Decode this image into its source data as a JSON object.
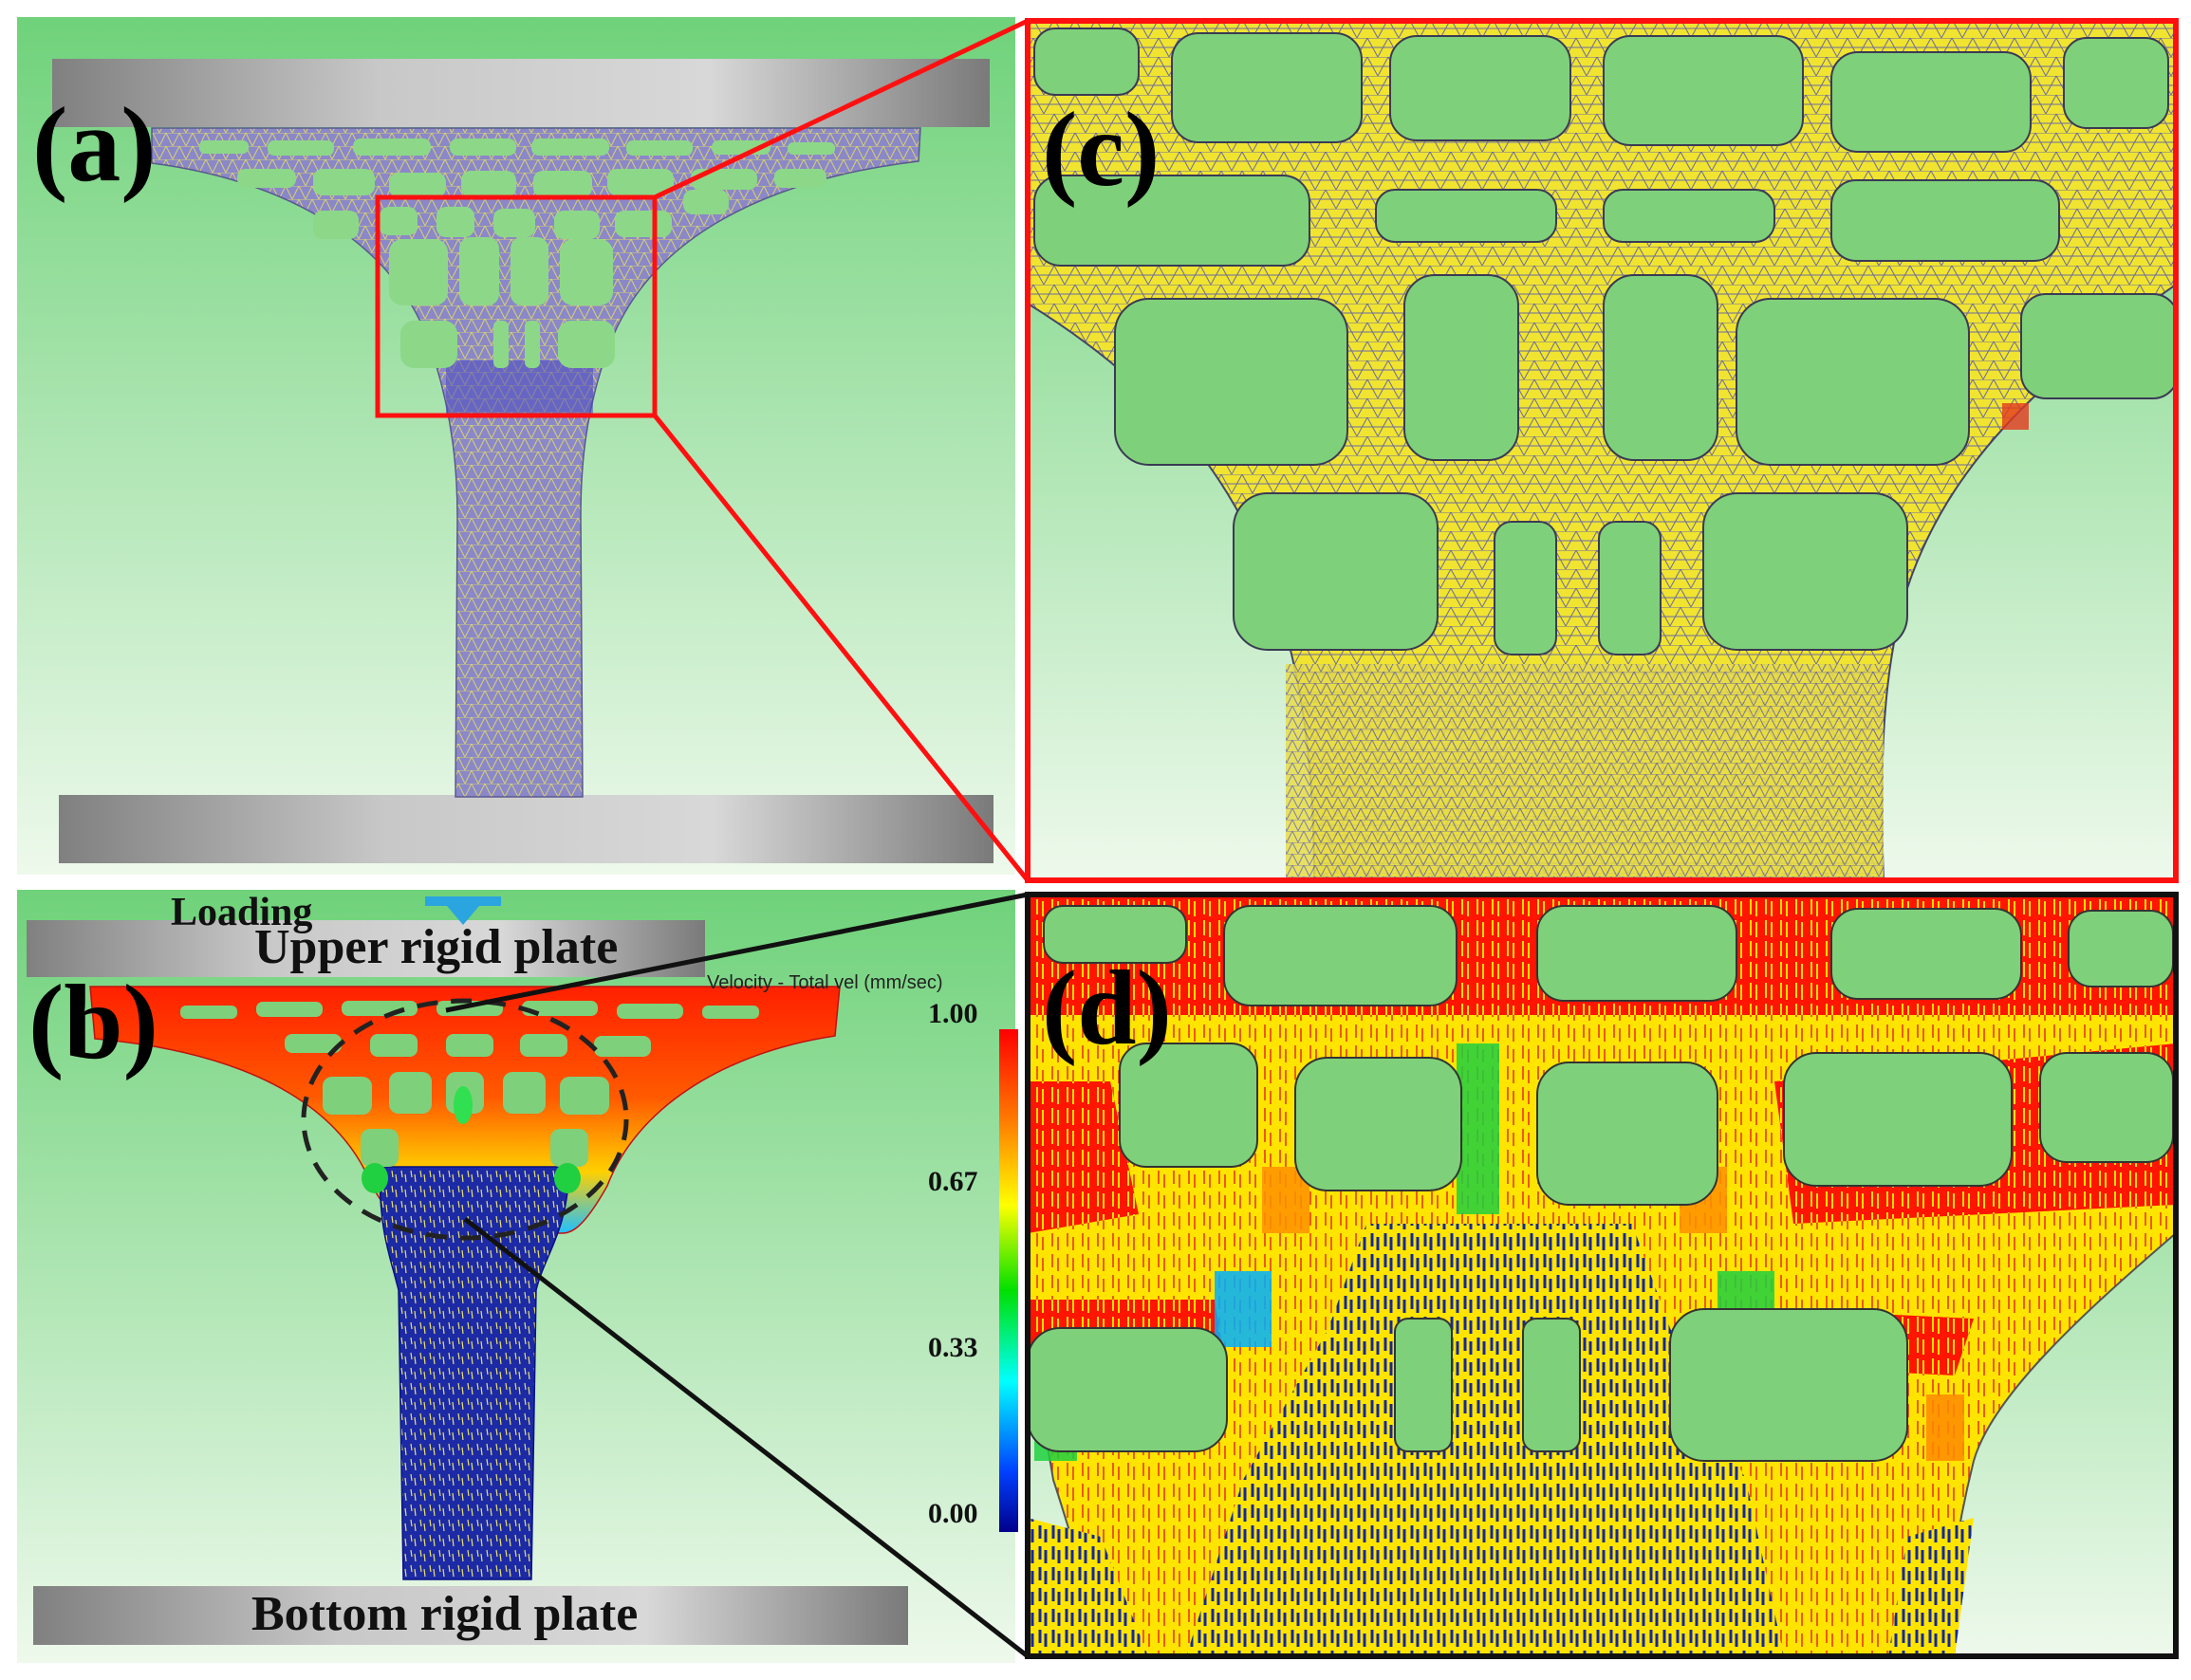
{
  "panels": {
    "a": {
      "label": "(a)"
    },
    "b": {
      "label": "(b)",
      "loading_label": "Loading",
      "upper_plate_label": "Upper rigid plate",
      "bottom_plate_label": "Bottom rigid plate"
    },
    "c": {
      "label": "(c)"
    },
    "d": {
      "label": "(d)"
    }
  },
  "colorbar": {
    "title": "Velocity - Total vel (mm/sec)",
    "ticks": [
      "1.00",
      "0.67",
      "0.33",
      "0.00"
    ],
    "colors": [
      "#ff0000",
      "#ff7a00",
      "#ffff00",
      "#00e000",
      "#00ffff",
      "#0040ff",
      "#00008b"
    ]
  },
  "colors": {
    "background_top": "#6fd27a",
    "background_bottom": "#eef9ec",
    "mesh_a": "#8a88c8",
    "mesh_c": "#f0e430",
    "highlight_c": "#e43a1e",
    "dense_blue": "#1c2aa6",
    "plate_grey": "#b0b0b0",
    "arrow": "#2aa5e0"
  }
}
